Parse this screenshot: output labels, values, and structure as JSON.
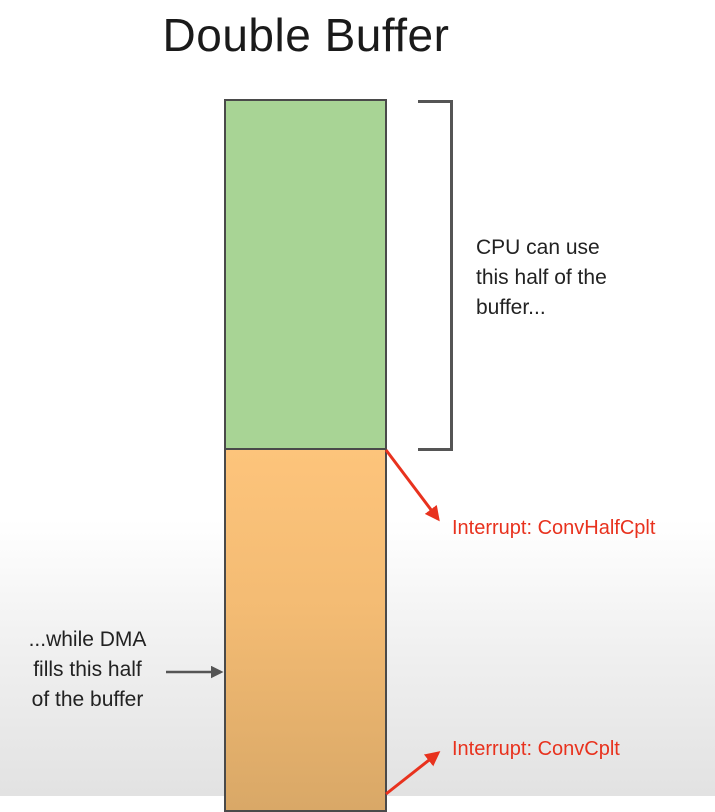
{
  "title": "Double Buffer",
  "cpu_note": "CPU can use\nthis half of the\nbuffer...",
  "dma_note": "...while DMA\nfills this half\nof the buffer",
  "interrupt_half": "Interrupt: ConvHalfCplt",
  "interrupt_full": "Interrupt: ConvCplt",
  "colors": {
    "cpu_half": "#a8d495",
    "dma_half": "#fdc47b",
    "interrupt": "#e8321e",
    "outline": "#4a4a4a"
  }
}
